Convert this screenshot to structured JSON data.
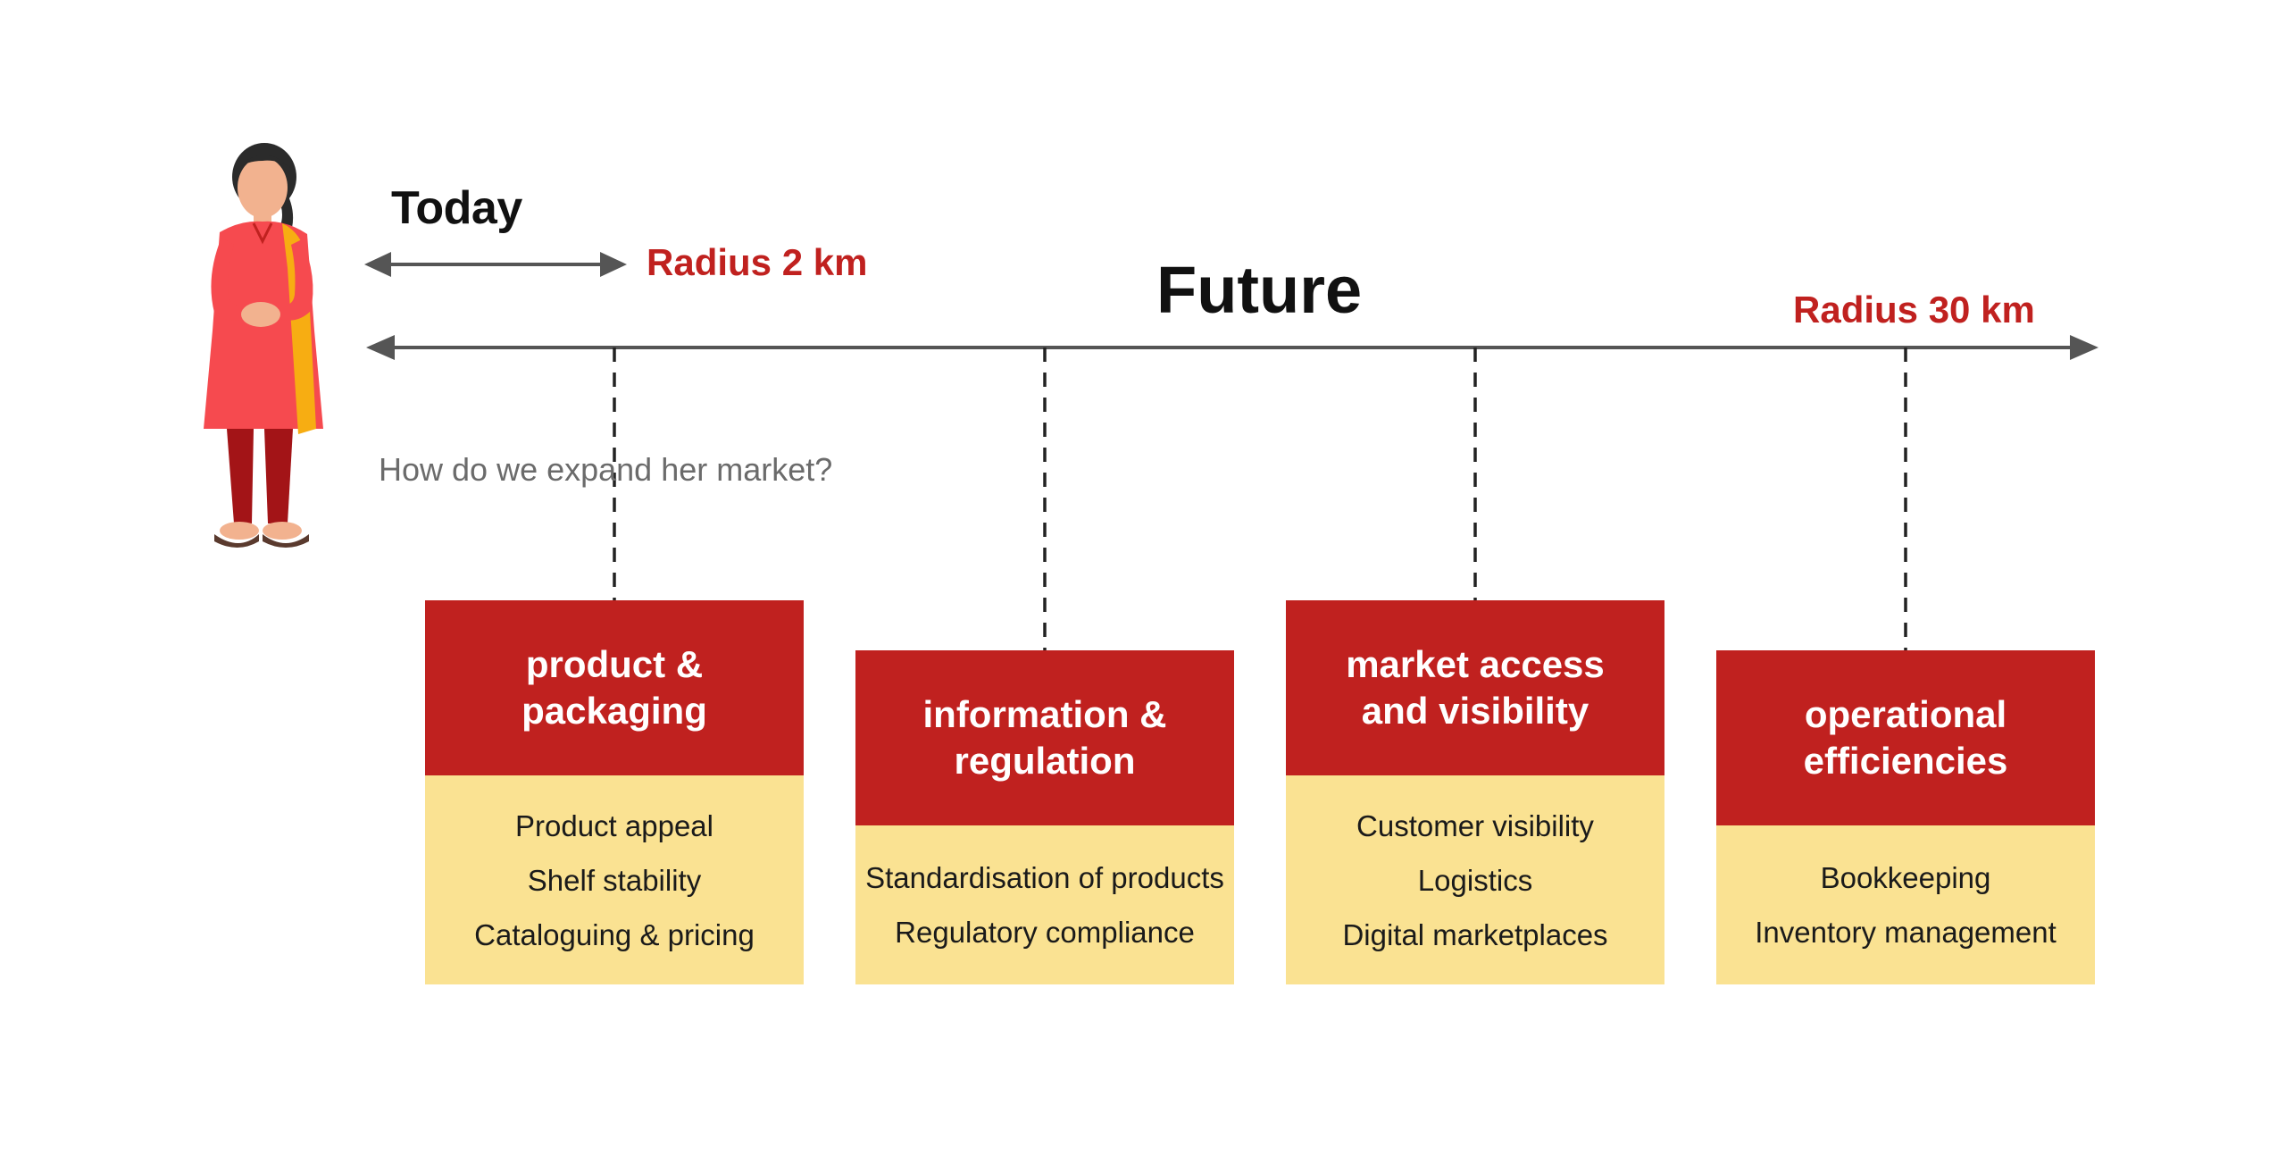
{
  "labels": {
    "today": "Today",
    "future": "Future",
    "radius_today": "Radius 2 km",
    "radius_future": "Radius 30 km",
    "question": "How do we expand her market?"
  },
  "colors": {
    "accent_red": "#c0211f",
    "body_yellow": "#fae292",
    "arrow_gray": "#555555"
  },
  "icons": [
    "woman-illustration-icon"
  ],
  "cards": [
    {
      "title": "product & packaging",
      "items": [
        "Product appeal",
        "Shelf stability",
        "Cataloguing & pricing"
      ]
    },
    {
      "title": "information & regulation",
      "items": [
        "Standardisation of products",
        "Regulatory compliance"
      ]
    },
    {
      "title": "market access and visibility",
      "items": [
        "Customer visibility",
        "Logistics",
        "Digital marketplaces"
      ]
    },
    {
      "title": "operational efficiencies",
      "items": [
        "Bookkeeping",
        "Inventory management"
      ]
    }
  ]
}
